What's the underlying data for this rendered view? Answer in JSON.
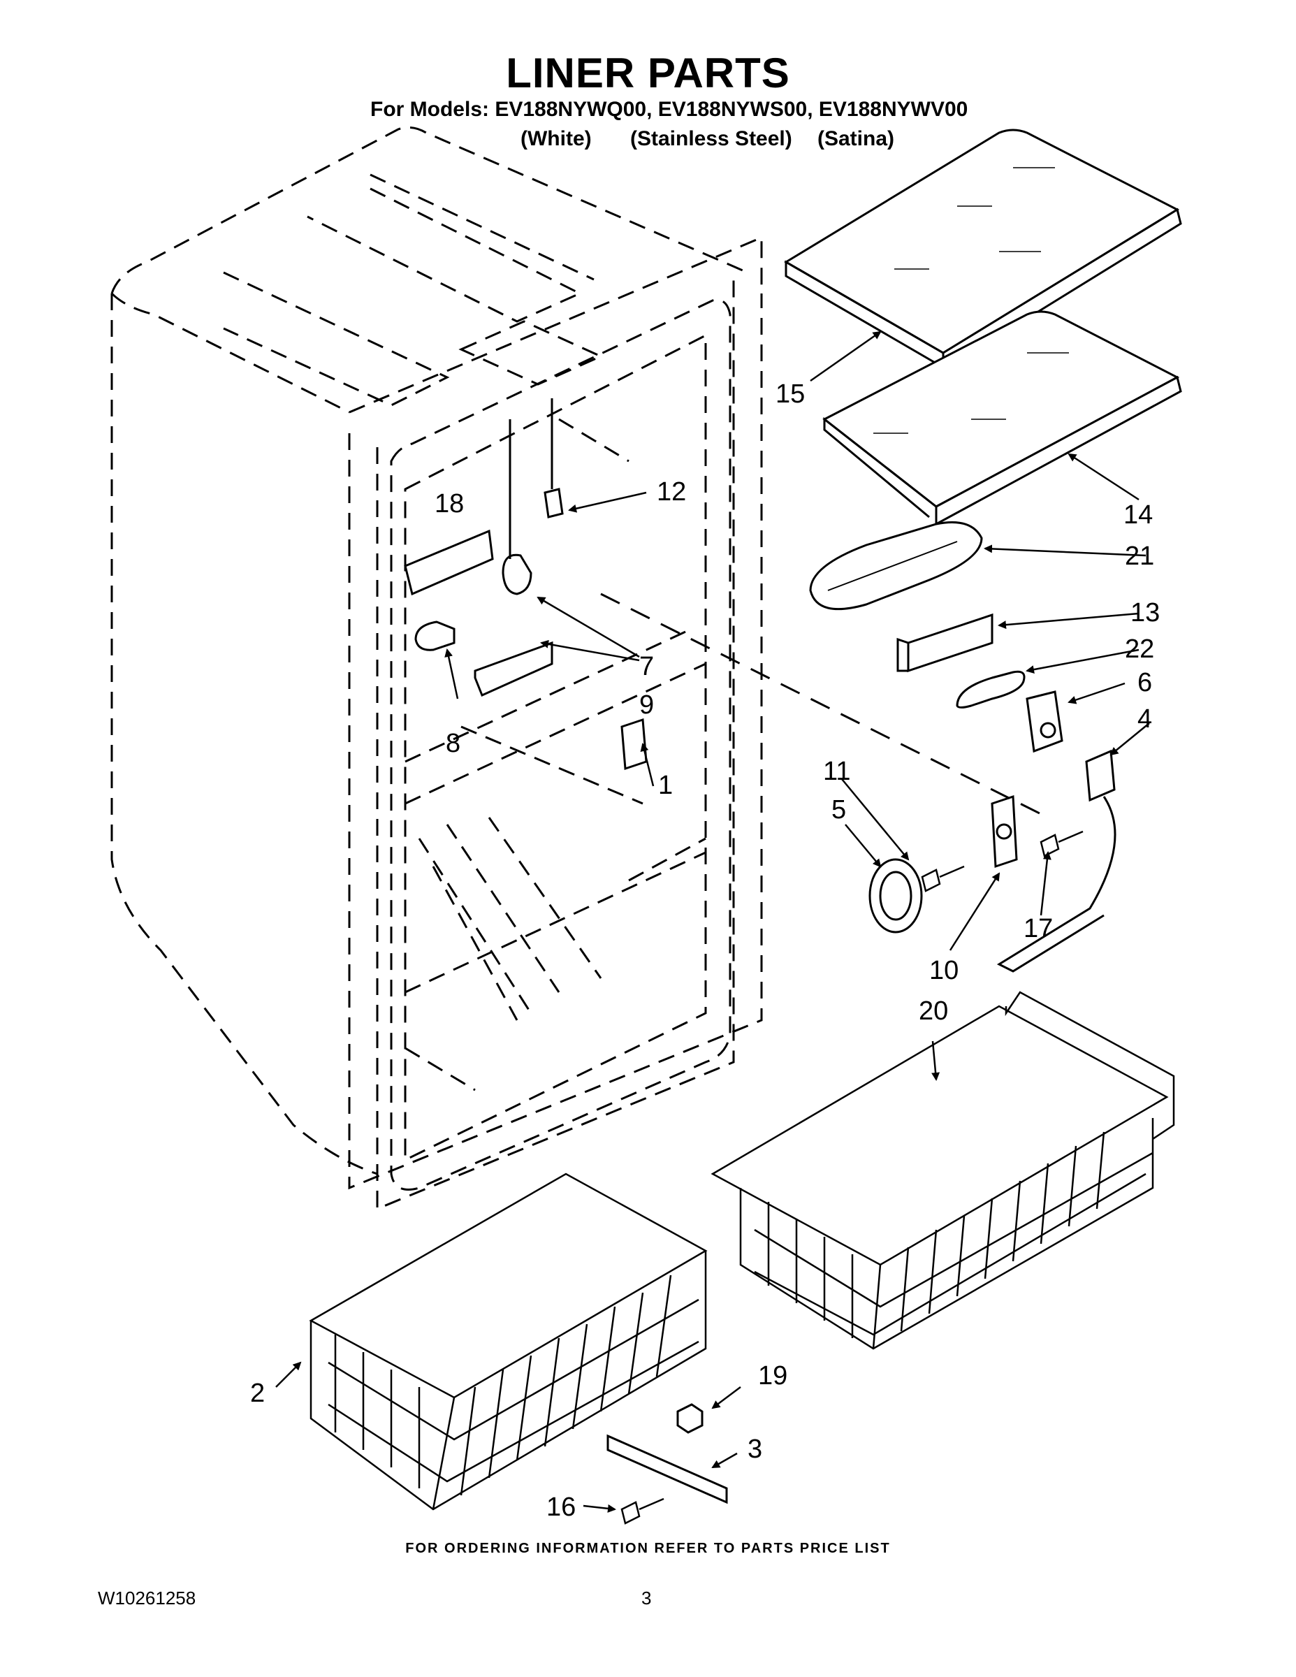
{
  "header": {
    "title": "LINER PARTS",
    "models_line": "For Models: EV188NYWQ00, EV188NYWS00, EV188NYWV00",
    "variants": [
      "(White)",
      "(Stainless Steel)",
      "(Satina)"
    ]
  },
  "callouts": {
    "p1": "1",
    "p2": "2",
    "p3": "3",
    "p4": "4",
    "p5": "5",
    "p6": "6",
    "p7": "7",
    "p8": "8",
    "p9": "9",
    "p10": "10",
    "p11": "11",
    "p12": "12",
    "p13": "13",
    "p14": "14",
    "p15": "15",
    "p16": "16",
    "p17": "17",
    "p18": "18",
    "p19": "19",
    "p20": "20",
    "p21": "21",
    "p22": "22"
  },
  "footer": {
    "ordering_note": "FOR ORDERING INFORMATION REFER TO PARTS PRICE LIST",
    "document_number": "W10261258",
    "page_number": "3"
  }
}
